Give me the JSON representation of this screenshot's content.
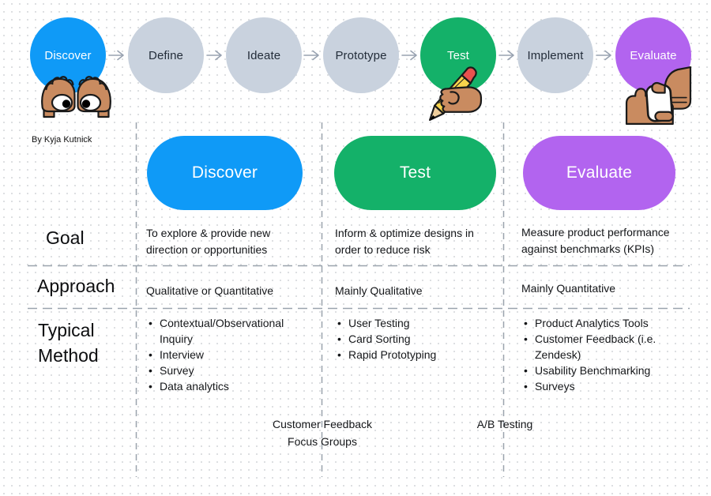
{
  "colors": {
    "blue": "#0F9AF7",
    "green": "#14B169",
    "purple": "#B264EF",
    "gray-step": "#C9D2DE",
    "line-gray": "#9AA3AD",
    "arrow-gray": "#98A2B0",
    "skin": "#C98B60",
    "pencil-yellow": "#F8D44C",
    "eraser-red": "#E8514E",
    "pencil-wood": "#EFCE9C",
    "dot-grid": "#D7D9DC"
  },
  "author_credit": "By Kyja Kutnick",
  "flow": {
    "steps": [
      {
        "label": "Discover",
        "color": "blue",
        "icon": "peeking-eyes-icon"
      },
      {
        "label": "Define",
        "color": "gray"
      },
      {
        "label": "Ideate",
        "color": "gray"
      },
      {
        "label": "Prototype",
        "color": "gray"
      },
      {
        "label": "Test",
        "color": "green",
        "icon": "hand-writing-pencil-icon"
      },
      {
        "label": "Implement",
        "color": "gray"
      },
      {
        "label": "Evaluate",
        "color": "purple",
        "icon": "hands-holding-phone-icon"
      }
    ]
  },
  "table": {
    "row_labels": {
      "goal": "Goal",
      "approach": "Approach",
      "method": "Typical Method"
    },
    "columns": [
      {
        "title": "Discover",
        "goal": "To explore & provide new direction or opportunities",
        "approach": "Qualitative or Quantitative",
        "methods": [
          "Contextual/Observational Inquiry",
          "Interview",
          "Survey",
          "Data analytics"
        ]
      },
      {
        "title": "Test",
        "goal": "Inform & optimize designs in order to reduce risk",
        "approach": "Mainly Qualitative",
        "methods": [
          "User Testing",
          "Card Sorting",
          "Rapid Prototyping"
        ]
      },
      {
        "title": "Evaluate",
        "goal": "Measure product performance against benchmarks (KPIs)",
        "approach": "Mainly Quantitative",
        "methods": [
          "Product Analytics Tools",
          "Customer Feedback (i.e. Zendesk)",
          "Usability Benchmarking",
          "Surveys"
        ]
      }
    ]
  },
  "shared_methods": [
    {
      "lines": [
        "Customer Feedback",
        "Focus Groups"
      ]
    },
    {
      "lines": [
        "A/B Testing"
      ]
    }
  ]
}
